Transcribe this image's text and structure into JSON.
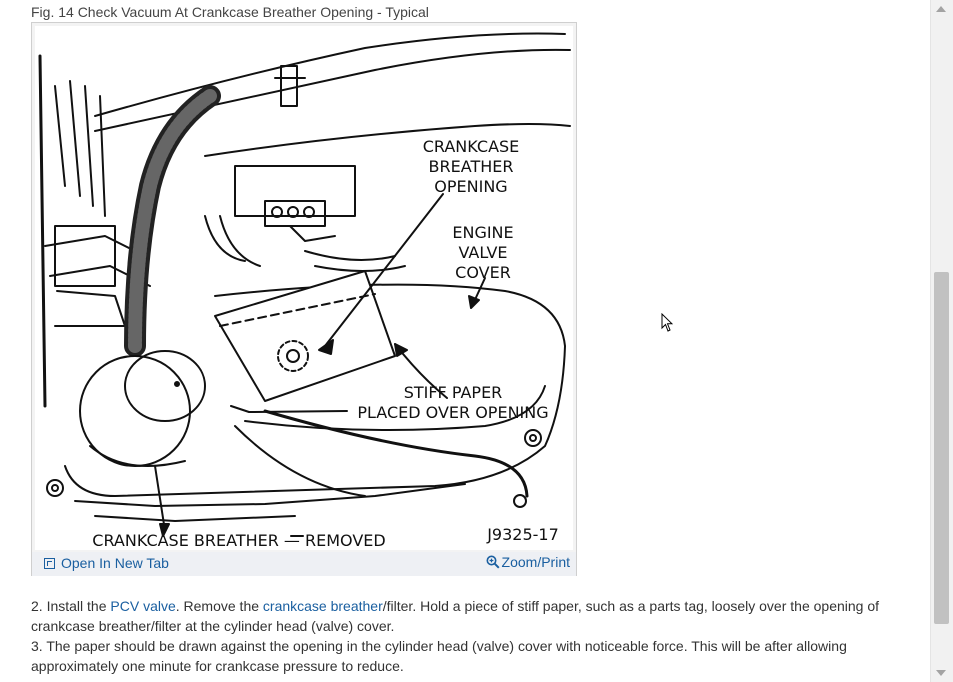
{
  "figure": {
    "caption": "Fig. 14 Check Vacuum At Crankcase Breather Opening - Typical",
    "labels": {
      "crankcase_breather_opening_1": "CRANKCASE",
      "crankcase_breather_opening_2": "BREATHER",
      "crankcase_breather_opening_3": "OPENING",
      "engine_valve_cover_1": "ENGINE",
      "engine_valve_cover_2": "VALVE",
      "engine_valve_cover_3": "COVER",
      "stiff_paper_1": "STIFF PAPER",
      "stiff_paper_2": "PLACED OVER OPENING",
      "breather_removed": "CRANKCASE BREATHER — REMOVED",
      "figure_id": "J9325-17"
    },
    "open_tab_label": "Open In New Tab",
    "zoom_label": "Zoom/Print"
  },
  "steps": {
    "step2_prefix": " 2. Install the ",
    "step2_link1": "PCV valve",
    "step2_mid": ". Remove the ",
    "step2_link2": "crankcase breather",
    "step2_suffix": "/filter. Hold a piece of stiff paper, such as a parts tag, loosely over the opening of crankcase breather/filter at the cylinder head (valve) cover.",
    "step3": " 3. The paper should be drawn against the opening in the cylinder head (valve) cover with noticeable force. This will be after allowing approximately one minute for crankcase pressure to reduce."
  },
  "icons": {
    "open_tab": "open-in-new-tab-icon",
    "zoom": "magnifier-zoom-icon",
    "cursor": "mouse-pointer-icon"
  },
  "colors": {
    "link": "#1a5fa0",
    "text": "#333333"
  }
}
